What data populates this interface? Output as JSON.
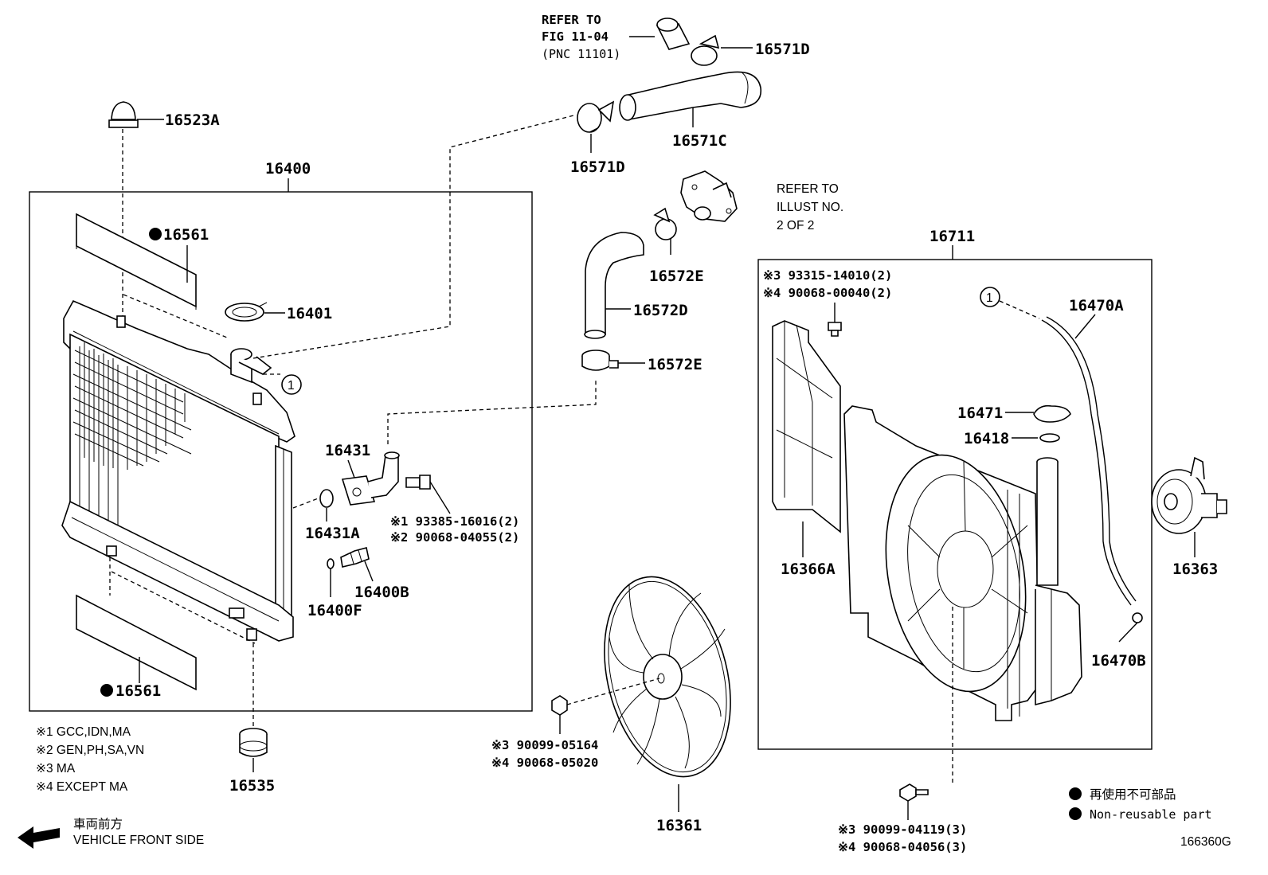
{
  "labels": {
    "p16523A": "16523A",
    "p16400": "16400",
    "p16561_top": "16561",
    "p16401": "16401",
    "p16561_bot": "16561",
    "p16535": "16535",
    "p16431": "16431",
    "p16431A": "16431A",
    "p16400B": "16400B",
    "p16400F": "16400F",
    "p16571D_top": "16571D",
    "p16571C": "16571C",
    "p16571D_mid": "16571D",
    "p16572E_top": "16572E",
    "p16572D": "16572D",
    "p16572E_bot": "16572E",
    "p16711": "16711",
    "p16470A": "16470A",
    "p16471": "16471",
    "p16418": "16418",
    "p16366A": "16366A",
    "p16363": "16363",
    "p16470B": "16470B",
    "p16361": "16361",
    "drawing_id": "166360G"
  },
  "refer_fig": {
    "line1": "REFER TO",
    "line2": "FIG 11-04",
    "line3": "(PNC 11101)"
  },
  "refer_illust": {
    "line1": "REFER TO",
    "line2": "ILLUST NO.",
    "line3": "2 OF 2"
  },
  "bolts": {
    "b1": "※1 93385-16016(2)",
    "b2": "※2 90068-04055(2)",
    "b3": "※3  93315-14010(2)",
    "b4": "※4  90068-00040(2)",
    "n3": "※3 90099-05164",
    "n4": "※4 90068-05020",
    "s3": "※3  90099-04119(3)",
    "s4": "※4  90068-04056(3)"
  },
  "notes": {
    "n1": "※1 GCC,IDN,MA",
    "n2": "※2 GEN,PH,SA,VN",
    "n3": "※3 MA",
    "n4": "※4 EXCEPT MA"
  },
  "legend": {
    "jp": "再使用不可部品",
    "en": "Non-reusable part"
  },
  "front": {
    "jp": "車両前方",
    "en": "VEHICLE FRONT SIDE"
  },
  "callout": "1"
}
